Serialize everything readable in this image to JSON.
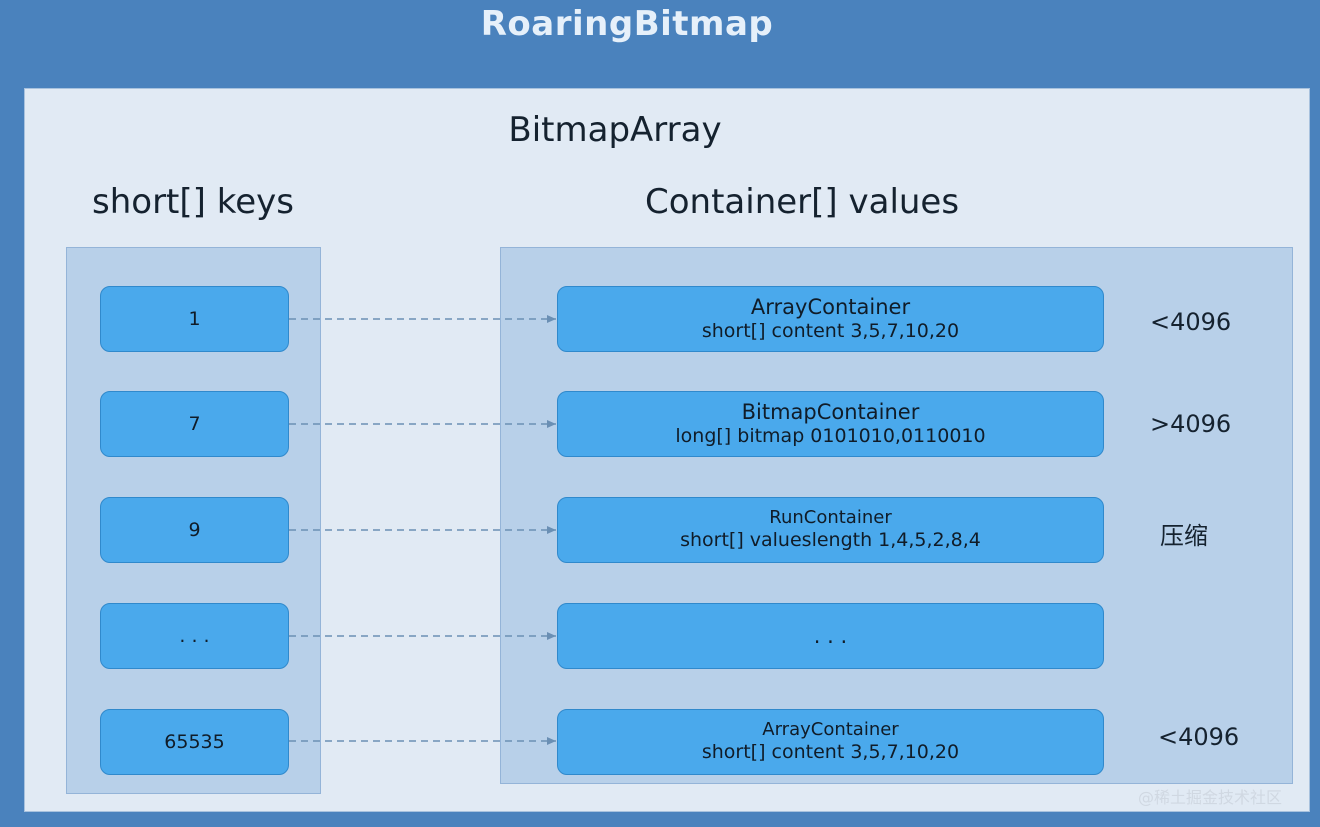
{
  "title": "RoaringBitmap",
  "panel_title": "BitmapArray",
  "keys_title": "short[] keys",
  "values_title": "Container[] values",
  "rows": [
    {
      "key": "1",
      "container": "ArrayContainer",
      "detail": "short[] content 3,5,7,10,20",
      "note": "<4096"
    },
    {
      "key": "7",
      "container": "BitmapContainer",
      "detail": "long[] bitmap  0101010,0110010",
      "note": ">4096"
    },
    {
      "key": "9",
      "container": "RunContainer",
      "detail": "short[] valueslength 1,4,5,2,8,4",
      "note": "压缩"
    },
    {
      "key": ". . .",
      "container": ". . .",
      "detail": "",
      "note": ""
    },
    {
      "key": "65535",
      "container": "ArrayContainer",
      "detail": "short[] content 3,5,7,10,20",
      "note": "<4096"
    }
  ],
  "watermark": "@稀土掘金技术社区",
  "colors": {
    "background": "#4a82bd",
    "panel": "#e1eaf4",
    "column": "#b8d0e9",
    "box": "#4aa9ec",
    "arrow": "#6a8fb4"
  }
}
